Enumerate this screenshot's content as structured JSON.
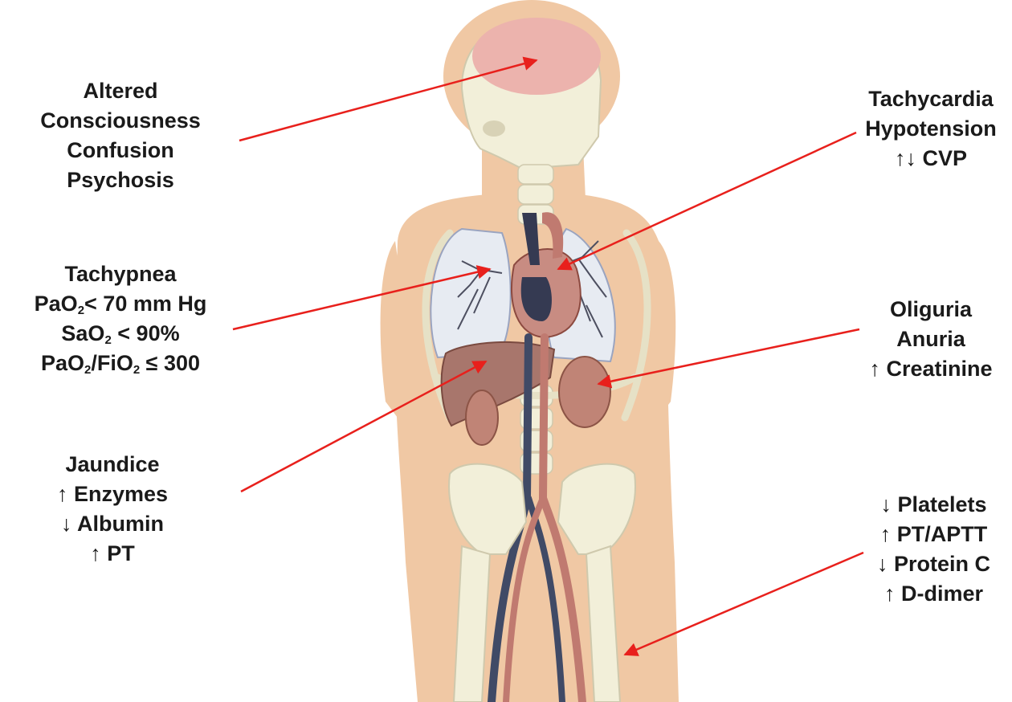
{
  "colors": {
    "skin": "#f0c8a4",
    "bone": "#f2efd9",
    "brain": "#ecb3ad",
    "lung": "#e7ebf2",
    "heart": "#c88c82",
    "liver": "#a8766c",
    "kidney": "#c08476",
    "vein": "#404a66",
    "artery": "#c07a70",
    "arrow": "#e8201c",
    "text": "#1a1a1a"
  },
  "labels": {
    "brain": [
      "Altered",
      "Consciousness",
      "Confusion",
      "Psychosis"
    ],
    "heart": [
      "Tachycardia",
      "Hypotension",
      "↑↓ CVP"
    ],
    "lungs": {
      "line1": "Tachypnea",
      "line2_a": "PaO",
      "line2_sub": "2",
      "line2_b": "< 70 mm Hg",
      "line3_a": "SaO",
      "line3_sub": "2",
      "line3_b": " < 90%",
      "line4_a": "PaO",
      "line4_sub1": "2",
      "line4_b": "/FiO",
      "line4_sub2": "2",
      "line4_c": " ≤ 300"
    },
    "kidney": [
      "Oliguria",
      "Anuria",
      "↑ Creatinine"
    ],
    "liver": [
      "Jaundice",
      "↑ Enzymes",
      "↓ Albumin",
      "↑ PT"
    ],
    "coagulation": [
      "↓ Platelets",
      "↑ PT/APTT",
      "↓ Protein C",
      "↑ D-dimer"
    ]
  }
}
